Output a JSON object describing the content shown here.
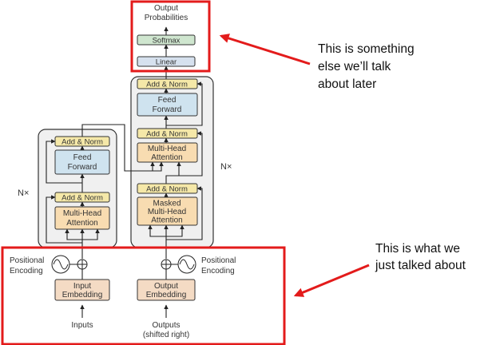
{
  "diagram": {
    "output_probabilities": [
      "Output",
      "Probabilities"
    ],
    "softmax": "Softmax",
    "linear": "Linear",
    "add_norm": "Add & Norm",
    "feed_forward": [
      "Feed",
      "Forward"
    ],
    "multi_head_attention": [
      "Multi-Head",
      "Attention"
    ],
    "masked_multi_head_attention": [
      "Masked",
      "Multi-Head",
      "Attention"
    ],
    "nx": "N×",
    "positional_encoding": [
      "Positional",
      "Encoding"
    ],
    "input_embedding": [
      "Input",
      "Embedding"
    ],
    "output_embedding": [
      "Output",
      "Embedding"
    ],
    "inputs": "Inputs",
    "outputs": [
      "Outputs",
      "(shifted right)"
    ]
  },
  "annotations": {
    "top_note": [
      "This is something",
      "else we’ll talk",
      "about later"
    ],
    "bottom_note": [
      "This is what we",
      "just talked about"
    ]
  },
  "colors": {
    "add_norm_fill": "#f5e8a8",
    "attention_fill": "#f8dcb1",
    "feed_forward_fill": "#cfe3ef",
    "linear_fill": "#d6e1ee",
    "softmax_fill": "#cfe6cf",
    "embedding_fill": "#f4dbc4",
    "stack_fill": "#f0f0f0",
    "highlight_red": "#e31b1b"
  }
}
